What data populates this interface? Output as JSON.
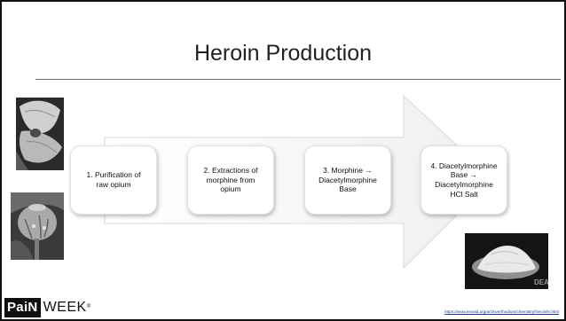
{
  "slide": {
    "title": "Heroin Production",
    "steps": [
      {
        "lines": [
          "1. Purification of",
          "raw opium"
        ]
      },
      {
        "lines": [
          "2. Extractions of",
          "morphine from",
          "opium"
        ]
      },
      {
        "lines": [
          "3. Morphine →",
          "Diacetylmorphine",
          "Base"
        ]
      },
      {
        "lines": [
          "4. Diacetylmorphine",
          "Base →",
          "Diacetylmorphine",
          "HCl Salt"
        ]
      }
    ],
    "images": {
      "top_left": "poppy-flower-photo",
      "bottom_left": "poppy-seed-pod-photo",
      "bottom_right": "heroin-powder-photo",
      "powder_watermark": "DEA"
    },
    "logo": {
      "part1": "PaiN",
      "part2": "WEEK",
      "registered": "®"
    },
    "source_url": "https://www.erowid.org/archive/rhodium/chemistry/heroinfe.html"
  },
  "colors": {
    "frame": "#111111",
    "title_rule": "#6b6b6b",
    "arrow_fill": "#f7f7f7",
    "arrow_stroke": "#d9d9d9",
    "link": "#1a3a8a"
  }
}
